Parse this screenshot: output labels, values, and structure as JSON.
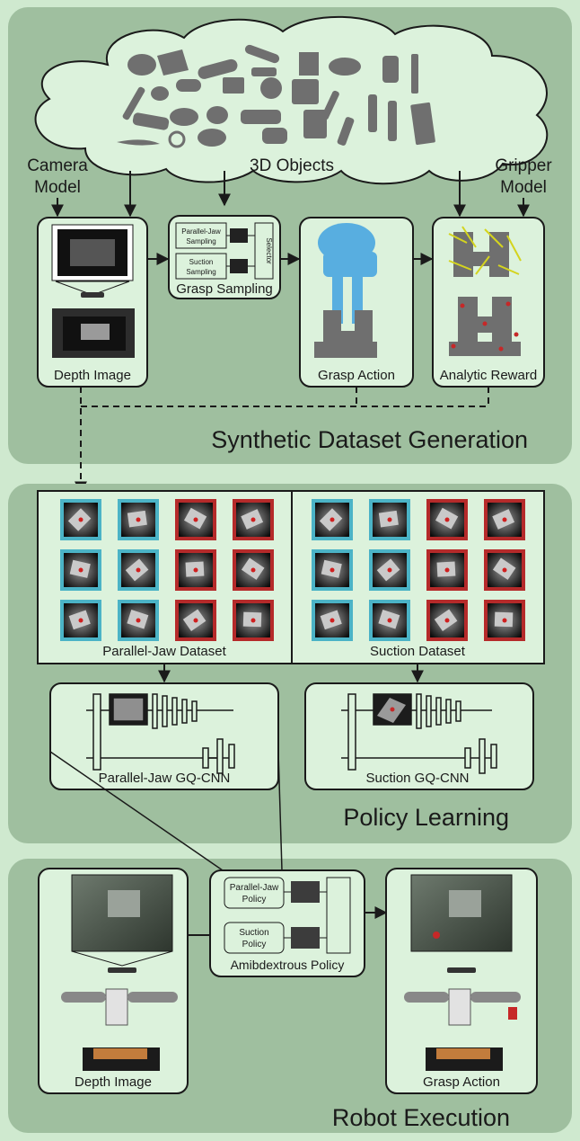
{
  "panels": {
    "synthetic": {
      "title": "Synthetic Dataset Generation"
    },
    "policy": {
      "title": "Policy Learning"
    },
    "robot": {
      "title": "Robot Execution"
    }
  },
  "cloud": {
    "label": "3D Objects"
  },
  "inputs": {
    "camera_line1": "Camera",
    "camera_line2": "Model",
    "gripper_line1": "Gripper",
    "gripper_line2": "Model"
  },
  "synthetic_boxes": {
    "depth_image": "Depth Image",
    "grasp_sampling": "Grasp Sampling",
    "parallel_jaw_sampling_1": "Parallel-Jaw",
    "parallel_jaw_sampling_2": "Sampling",
    "suction_sampling_1": "Suction",
    "suction_sampling_2": "Sampling",
    "selector": "Selector",
    "grasp_action": "Grasp Action",
    "analytic_reward": "Analytic Reward"
  },
  "datasets": {
    "parallel_jaw": "Parallel-Jaw Dataset",
    "suction": "Suction Dataset"
  },
  "networks": {
    "parallel_jaw": "Parallel-Jaw GQ-CNN",
    "suction": "Suction GQ-CNN"
  },
  "robot": {
    "depth_image": "Depth Image",
    "grasp_action": "Grasp Action",
    "policy_title": "Amibdextrous Policy",
    "pj_policy_1": "Parallel-Jaw",
    "pj_policy_2": "Policy",
    "suction_policy_1": "Suction",
    "suction_policy_2": "Policy"
  },
  "colors": {
    "background": "#cfe9cf",
    "panel": "#9fbf9f",
    "box": "#dcf2dc",
    "positive": "#4bb3c6",
    "negative": "#b52a2a"
  }
}
